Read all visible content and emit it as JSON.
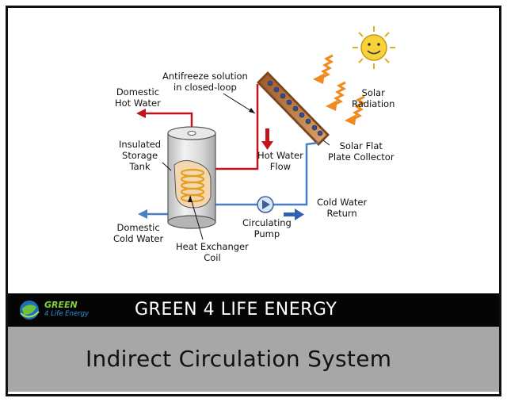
{
  "labels": {
    "domestic_hot_water": [
      "Domestic",
      "Hot Water"
    ],
    "antifreeze": [
      "Antifreeze solution",
      "in closed-loop"
    ],
    "solar_radiation": [
      "Solar",
      "Radiation"
    ],
    "insulated_tank": [
      "Insulated",
      "Storage",
      "Tank"
    ],
    "hot_water_flow": [
      "Hot Water",
      "Flow"
    ],
    "solar_collector": [
      "Solar Flat",
      "Plate Collector"
    ],
    "cold_water_return": [
      "Cold Water",
      "Return"
    ],
    "domestic_cold_water": [
      "Domestic",
      "Cold Water"
    ],
    "circulating_pump": [
      "Circulating",
      "Pump"
    ],
    "heat_exchanger": [
      "Heat Exchanger",
      "Coil"
    ]
  },
  "banner": {
    "logo_line1": "GREEN",
    "logo_line2": "4 Life Energy",
    "brand_name": "GREEN 4 LIFE ENERGY"
  },
  "footer": {
    "title": "Indirect Circulation System"
  },
  "colors": {
    "hot_pipe": "#c0161b",
    "cold_pipe": "#4a7fc6",
    "sun": "#f7d23a",
    "radiation": "#f08a1e",
    "coil": "#e3a020",
    "banner_bg": "#050505",
    "footer_bg": "#a7a7a7"
  }
}
